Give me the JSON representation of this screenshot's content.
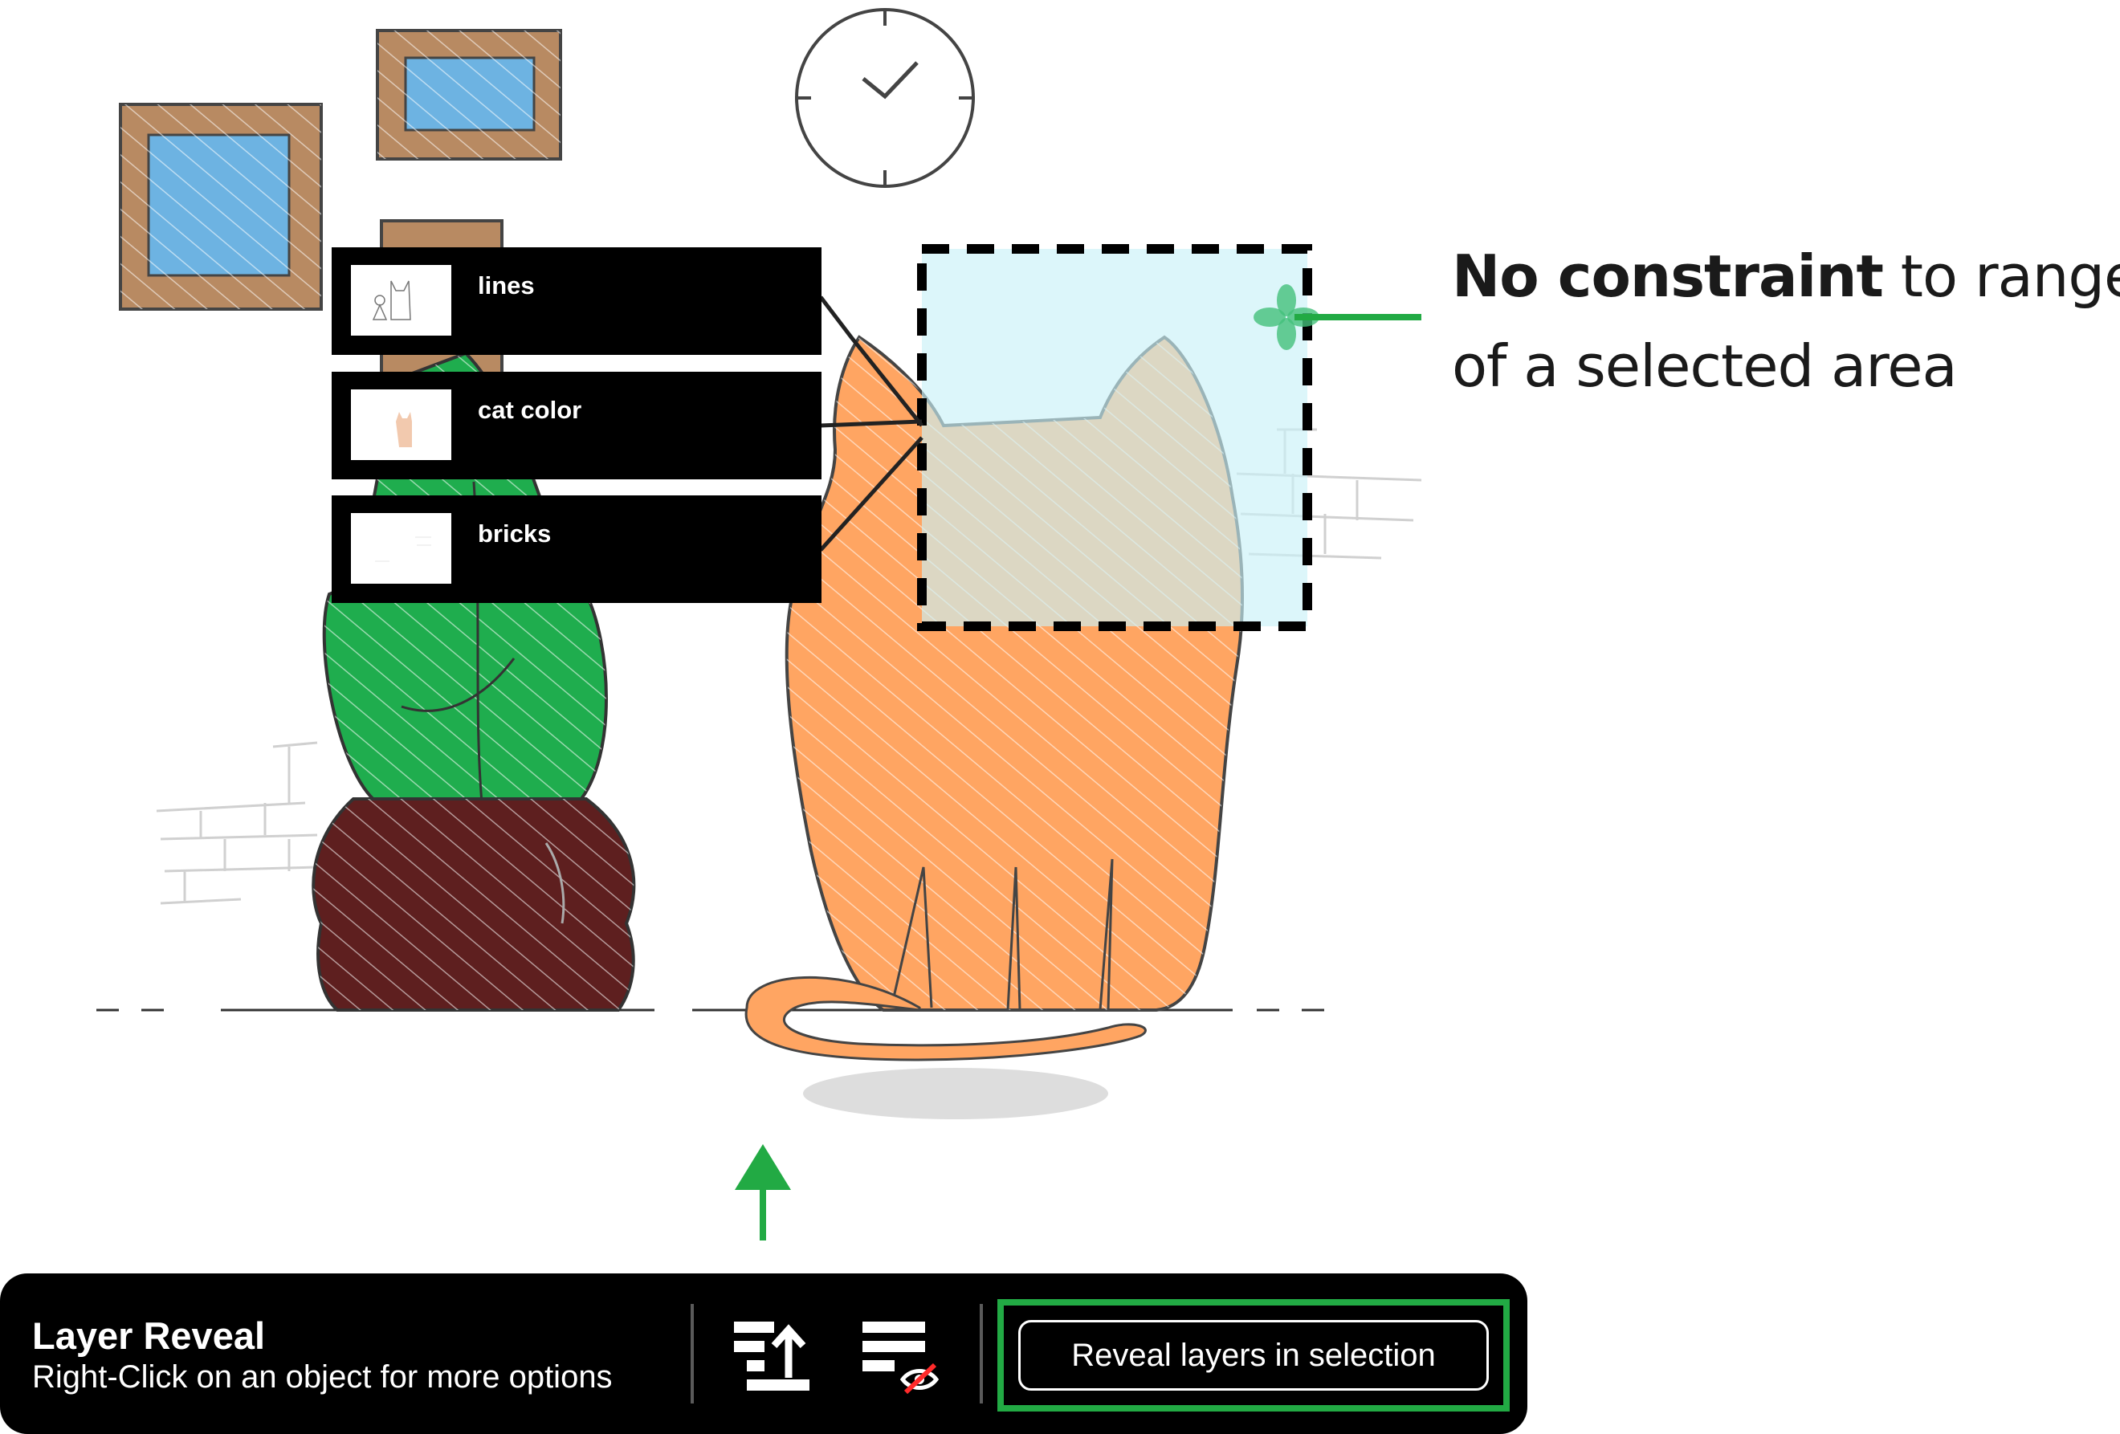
{
  "layers_popup": {
    "items": [
      {
        "label": "lines"
      },
      {
        "label": "cat color"
      },
      {
        "label": "bricks"
      }
    ]
  },
  "annotation": {
    "bold_part": "No constraint",
    "rest_line1": " to range",
    "line2": "of a selected area"
  },
  "toolbar": {
    "title": "Layer Reveal",
    "subtitle": "Right-Click on an object for more options",
    "icons": [
      "layer-move-up-icon",
      "layer-hide-icon"
    ],
    "reveal_button_label": "Reveal layers in selection"
  },
  "colors": {
    "cat": "#ffa562",
    "cactus": "#1fad4e",
    "pot": "#5e1f1f",
    "frame": "#b88a62",
    "picture": "#6db3e2",
    "selection_fill": "#d6f6fb",
    "accent_green": "#22aa44",
    "toolbar_bg": "#000000"
  }
}
